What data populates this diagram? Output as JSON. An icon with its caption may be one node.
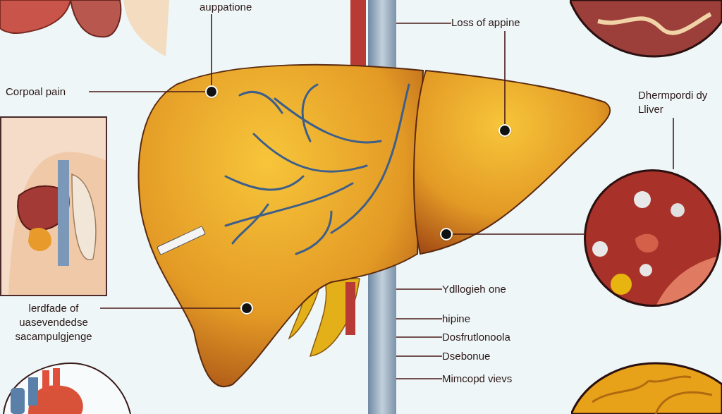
{
  "diagram": {
    "nodes": [
      {
        "text": [
          "auppatione"
        ]
      },
      {
        "text": [
          "Corpoal pain"
        ]
      },
      {
        "text": [
          "Loss of appine"
        ]
      },
      {
        "text": [
          "Dhermpordi dy Lliver"
        ]
      },
      {
        "text": [
          "lerdfade of uasevendedse sacampulgjenge"
        ]
      },
      {
        "text": [
          "Ydllogieh one"
        ]
      },
      {
        "text": [
          "hipine"
        ]
      },
      {
        "text": [
          "Dosfrutlonoola"
        ]
      },
      {
        "text": [
          "Dsebonue"
        ]
      },
      {
        "text": [
          "Mimcopd vievs"
        ]
      },
      {
        "text": [],
        "shape": "circle"
      },
      {
        "text": [],
        "shape": "circle"
      },
      {
        "text": [],
        "shape": "circle"
      },
      {
        "text": [],
        "shape": "circle"
      },
      {
        "text": [],
        "shape": "bar"
      },
      {
        "text": [],
        "shape": "circle"
      }
    ],
    "edges": [
      {
        "from": 0,
        "to": 10,
        "arrow": "none"
      },
      {
        "from": 1,
        "to": 10,
        "arrow": "none"
      },
      {
        "from": 2,
        "to": 14,
        "arrow": "none"
      },
      {
        "from": 2,
        "to": 11,
        "arrow": "none"
      },
      {
        "from": 3,
        "to": 15,
        "arrow": "none"
      },
      {
        "from": 12,
        "to": 15,
        "arrow": "none"
      },
      {
        "from": 4,
        "to": 13,
        "arrow": "none"
      },
      {
        "from": 5,
        "to": 14,
        "arrow": "none"
      },
      {
        "from": 6,
        "to": 14,
        "arrow": "none"
      },
      {
        "from": 7,
        "to": 14,
        "arrow": "none"
      },
      {
        "from": 8,
        "to": 14,
        "arrow": "none"
      },
      {
        "from": 9,
        "to": 14,
        "arrow": "none"
      }
    ]
  }
}
